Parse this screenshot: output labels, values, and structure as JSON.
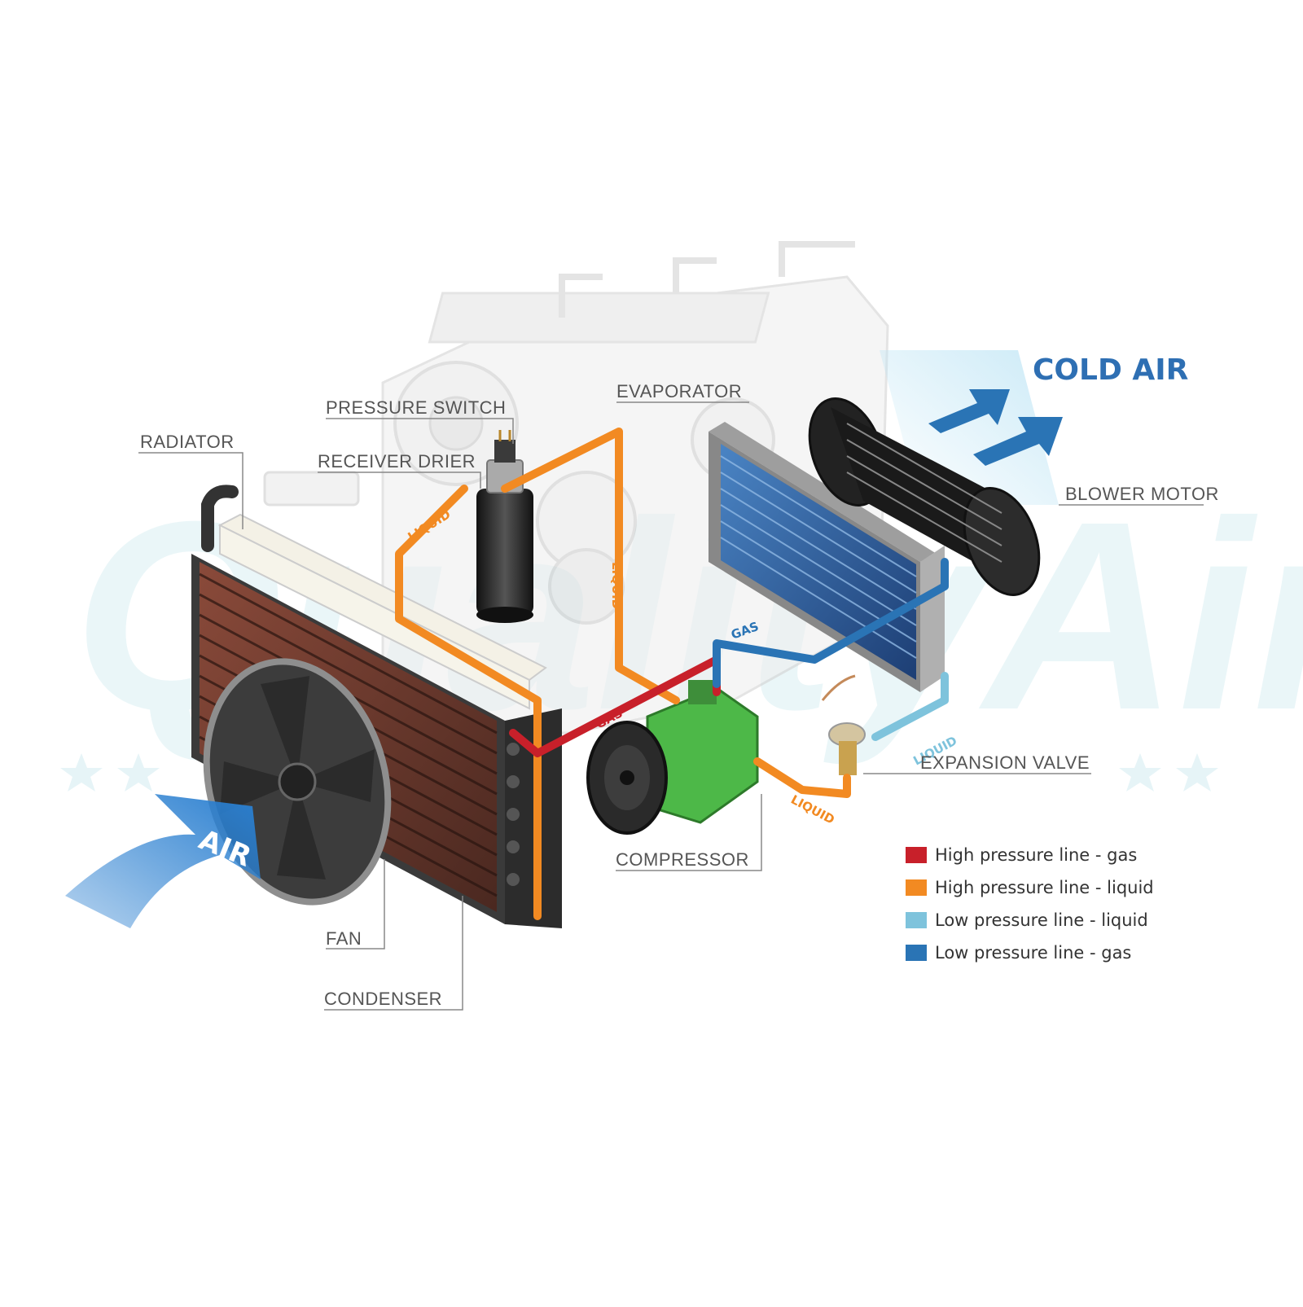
{
  "watermark": "QualityAir",
  "labels": {
    "radiator": "RADIATOR",
    "pressure_switch": "PRESSURE SWITCH",
    "receiver_drier": "RECEIVER DRIER",
    "evaporator": "EVAPORATOR",
    "blower_motor": "BLOWER MOTOR",
    "expansion_valve": "EXPANSION VALVE",
    "compressor": "COMPRESSOR",
    "fan": "FAN",
    "condenser": "CONDENSER",
    "cold_air": "COLD AIR",
    "air": "AIR"
  },
  "flow_tags": {
    "liquid": "LIQUID",
    "gas": "GAS"
  },
  "legend": [
    {
      "label": "High pressure line - gas",
      "color": "#c8202a"
    },
    {
      "label": "High pressure line - liquid",
      "color": "#f28a22"
    },
    {
      "label": "Low pressure line - liquid",
      "color": "#7ec3dc"
    },
    {
      "label": "Low pressure line -  gas",
      "color": "#2a74b5"
    }
  ],
  "colors": {
    "high_gas": "#c8202a",
    "high_liquid": "#f28a22",
    "low_liquid": "#7ec3dc",
    "low_gas": "#2a74b5",
    "accent": "#2e6fb3",
    "compressor": "#4db848"
  }
}
